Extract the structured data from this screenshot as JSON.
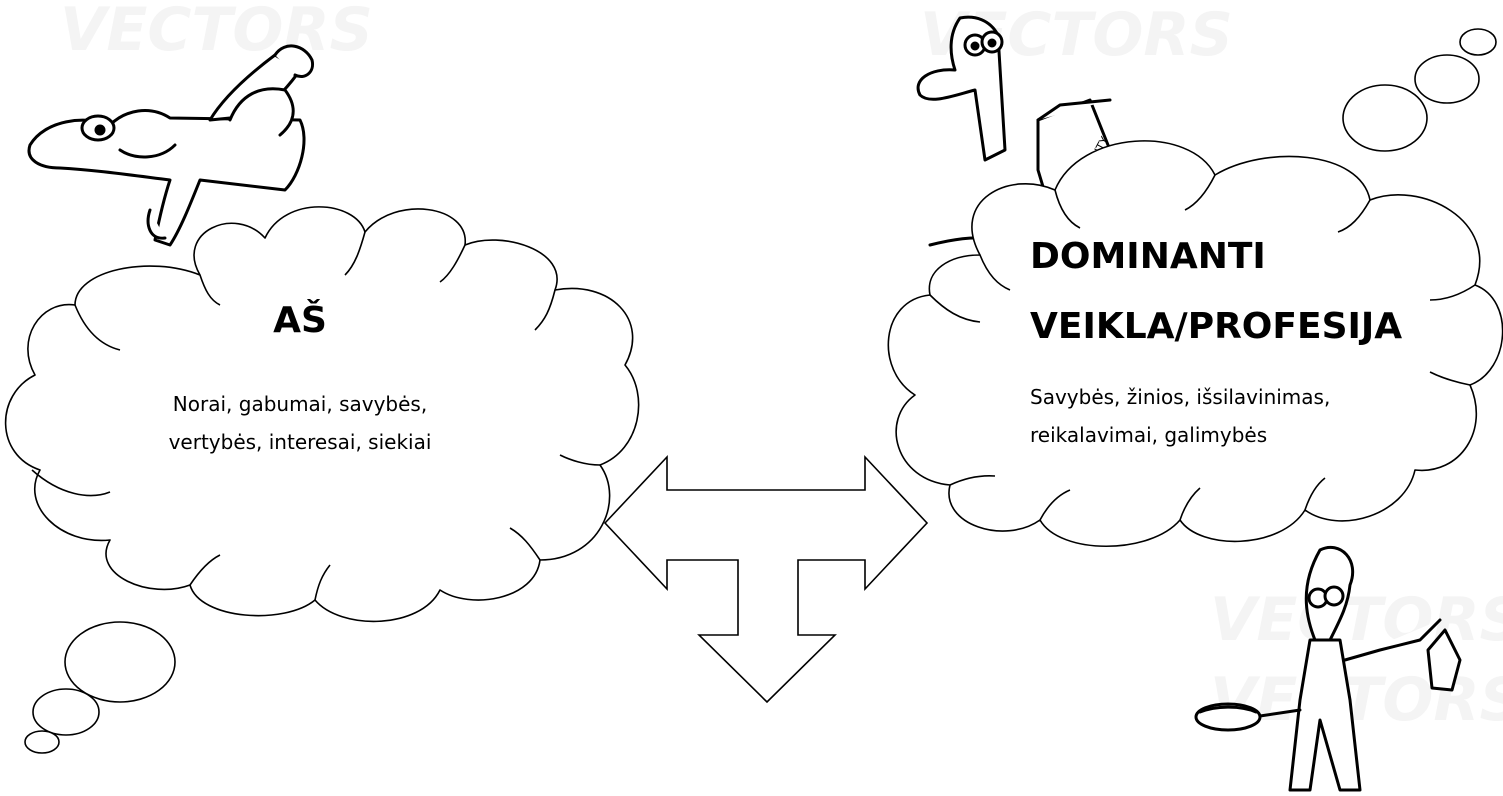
{
  "self": {
    "title": "AŠ",
    "lines": [
      "Norai, gabumai, savybės,",
      "vertybės, interesai, siekiai"
    ]
  },
  "profession": {
    "title_lines": [
      "DOMINANTI",
      "VEIKLA/PROFESIJA"
    ],
    "lines": [
      "Savybės, žinios, išsilavinimas,",
      "reikalavimai, galimybės"
    ]
  },
  "watermark": "VECTORS"
}
